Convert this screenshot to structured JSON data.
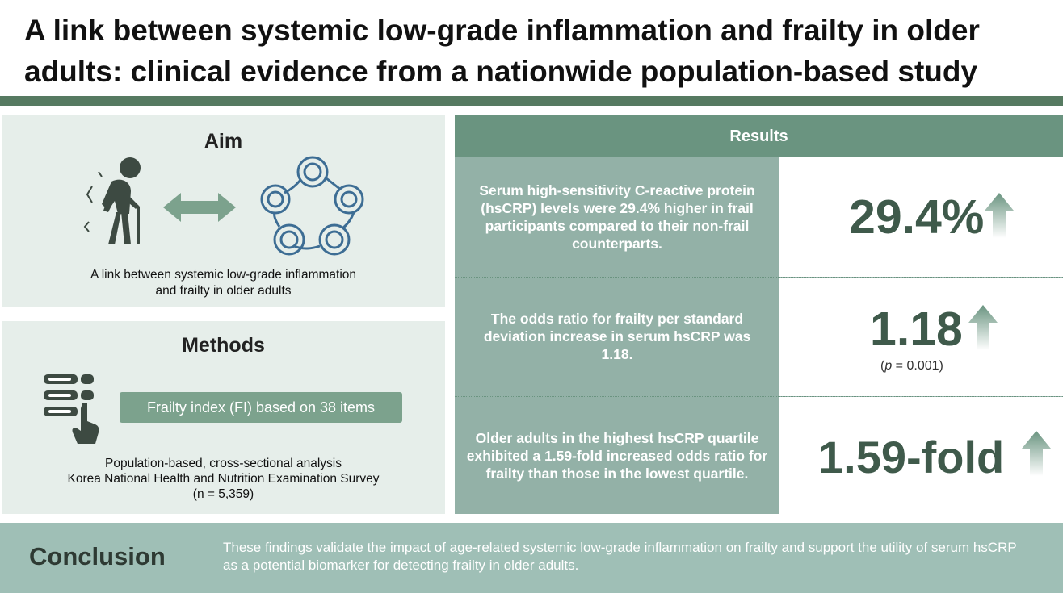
{
  "title": "A link between systemic low-grade inflammation and frailty in older adults: clinical evidence from a nationwide population-based study",
  "aim": {
    "heading": "Aim",
    "text_line1": "A link between systemic low-grade inflammation",
    "text_line2": "and frailty in older adults",
    "icons": [
      "elderly-person-icon",
      "double-arrow-icon",
      "protein-structure-icon"
    ]
  },
  "methods": {
    "heading": "Methods",
    "badge": "Frailty index (FI) based on 38 items",
    "line1": "Population-based, cross-sectional analysis",
    "line2": "Korea National Health and Nutrition Examination Survey",
    "line3": "(n = 5,359)",
    "icons": [
      "checklist-hand-icon"
    ]
  },
  "results": {
    "heading": "Results",
    "rows": [
      {
        "text": "Serum high-sensitivity C-reactive protein (hsCRP) levels were 29.4% higher in frail participants compared to their non-frail counterparts.",
        "value": "29.4%"
      },
      {
        "text": "The odds ratio for frailty per standard deviation increase in serum hsCRP was 1.18.",
        "value": "1.18",
        "note_p": "p",
        "note_rest": " = 0.001)"
      },
      {
        "text": "Older adults in the highest hsCRP quartile exhibited a 1.59-fold increased odds ratio for frailty than those in the lowest quartile.",
        "value": "1.59-fold"
      }
    ]
  },
  "conclusion": {
    "heading": "Conclusion",
    "text": "These findings validate the impact of age-related systemic low-grade inflammation on frailty and support the utility of serum hsCRP as a potential biomarker for detecting frailty in older adults."
  },
  "colors": {
    "accent_dark": "#567a61",
    "accent": "#6a9480",
    "panel_light": "#e6eeea",
    "value_text": "#3f5a4b"
  }
}
